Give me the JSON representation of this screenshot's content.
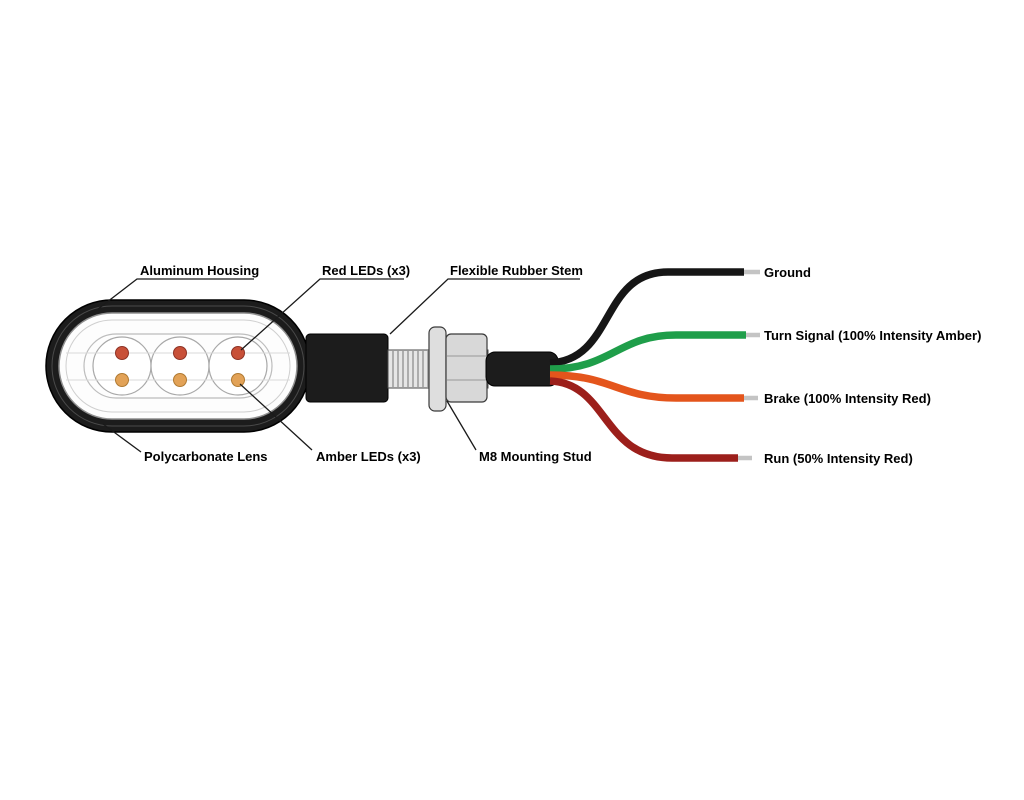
{
  "diagram": {
    "part_labels": {
      "aluminum_housing": "Aluminum Housing",
      "red_leds": "Red LEDs (x3)",
      "flexible_rubber_stem": "Flexible Rubber Stem",
      "polycarbonate_lens": "Polycarbonate Lens",
      "amber_leds": "Amber LEDs (x3)",
      "m8_mounting_stud": "M8 Mounting Stud"
    },
    "wires": [
      {
        "label": "Ground",
        "color": "#161616"
      },
      {
        "label": "Turn Signal (100% Intensity Amber)",
        "color": "#1f9e4a"
      },
      {
        "label": "Brake (100% Intensity Red)",
        "color": "#e4551c"
      },
      {
        "label": "Run (50% Intensity Red)",
        "color": "#9c1f1b"
      }
    ],
    "leds": {
      "red_color": "#c85038",
      "amber_color": "#e2a257"
    },
    "housing_color": "#1c1c1c"
  }
}
